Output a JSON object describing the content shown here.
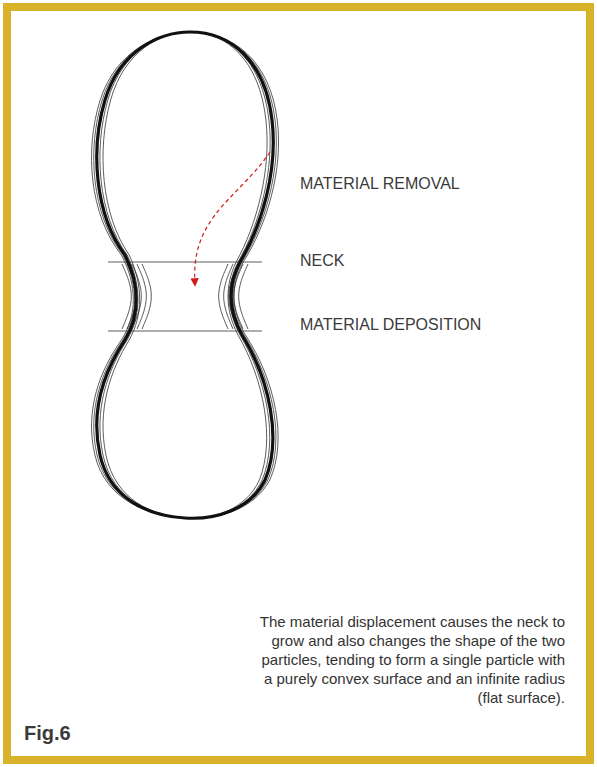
{
  "diagram": {
    "caption": "The material displacement causes the neck to grow and also changes the shape of the two particles, tending to form a single particle with a purely convex surface and an infinite radius (flat surface).",
    "labels": [
      "MATERIAL REMOVAL",
      "NECK",
      "MATERIAL DEPOSITION",
      "Fig.6"
    ]
  }
}
